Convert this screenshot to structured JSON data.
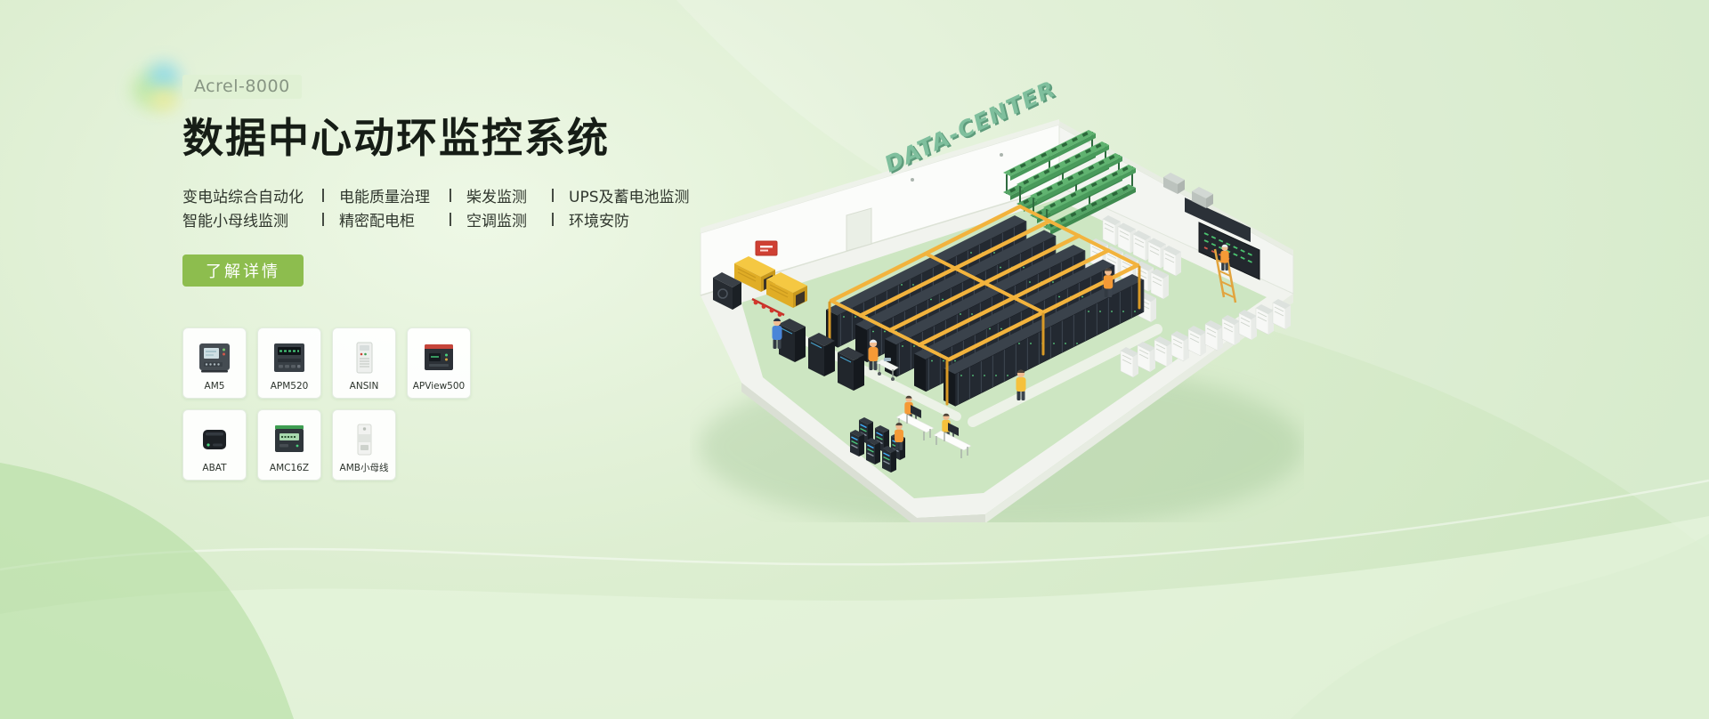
{
  "hero": {
    "badge": "Acrel-8000",
    "title": "数据中心动环监控系统",
    "feature_rows": [
      [
        "变电站综合自动化",
        "电能质量治理",
        "柴发监测",
        "UPS及蓄电池监测"
      ],
      [
        "智能小母线监测",
        "精密配电柜",
        "空调监测",
        "环境安防"
      ]
    ],
    "cta": "了解详情"
  },
  "products": {
    "row1": [
      {
        "name": "AM5"
      },
      {
        "name": "APM520"
      },
      {
        "name": "ANSIN"
      },
      {
        "name": "APView500"
      }
    ],
    "row2": [
      {
        "name": "ABAT"
      },
      {
        "name": "AMC16Z"
      },
      {
        "name": "AMB小母线"
      }
    ]
  },
  "illustration": {
    "label": "DATA-CENTER"
  },
  "colors": {
    "accent": "#8dbd4e",
    "title": "#161d16",
    "badge_text": "#879583",
    "illustration_label": "#7fbf9d"
  }
}
